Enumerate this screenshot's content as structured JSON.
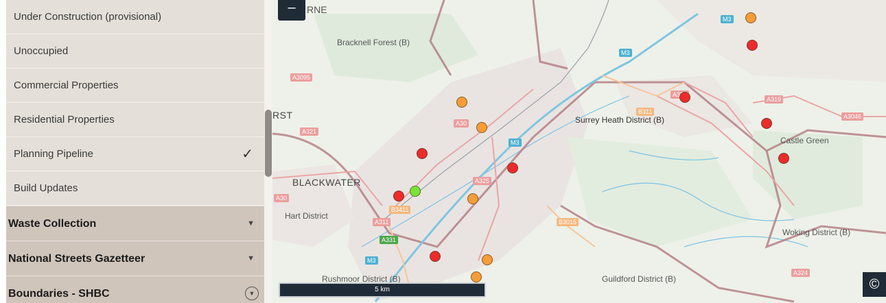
{
  "sidebar": {
    "layers": [
      {
        "label": "Under Construction (provisional)",
        "checked": false
      },
      {
        "label": "Unoccupied",
        "checked": false
      },
      {
        "label": "Commercial Properties",
        "checked": false
      },
      {
        "label": "Residential Properties",
        "checked": false
      },
      {
        "label": "Planning Pipeline",
        "checked": true
      },
      {
        "label": "Build Updates",
        "checked": false
      }
    ],
    "check_glyph": "✓",
    "sections": [
      {
        "label": "Waste Collection",
        "icon": "caret-down-icon"
      },
      {
        "label": "National Streets Gazetteer",
        "icon": "caret-down-icon"
      },
      {
        "label": "Boundaries - SHBC",
        "icon": "circle-chevron-down-icon"
      }
    ]
  },
  "map": {
    "zoom_out_label": "–",
    "scale_label": "5 km",
    "copyright_label": "©",
    "places": {
      "top_partial": "RNE",
      "bracknell": "Bracknell Forest (B)",
      "rst": "RST",
      "surrey_heath": "Surrey Heath District (B)",
      "castle_green": "Castle Green",
      "blackwater": "BLACKWATER",
      "hart": "Hart District",
      "woking": "Woking District (B)",
      "rushmoor": "Rushmoor District (B)",
      "guildford": "Guildford District (B)"
    },
    "roads": {
      "m3_top": "M3",
      "m3_mid": "M3",
      "m3_low": "M3",
      "m3_bottom": "M3",
      "a3095": "A3095",
      "a321": "A321",
      "a30": "A30",
      "a30_left": "A30",
      "a322": "A322",
      "a319": "A319",
      "a3046": "A3046",
      "b311": "B311",
      "a325": "A325",
      "b3411": "B3411",
      "b3015": "B3015",
      "a331": "A331",
      "a311": "A311",
      "a324": "A324"
    },
    "marker_colors": {
      "planned": "#ec2b2b",
      "in_progress": "#f59d39",
      "complete": "#7ee13a"
    }
  }
}
